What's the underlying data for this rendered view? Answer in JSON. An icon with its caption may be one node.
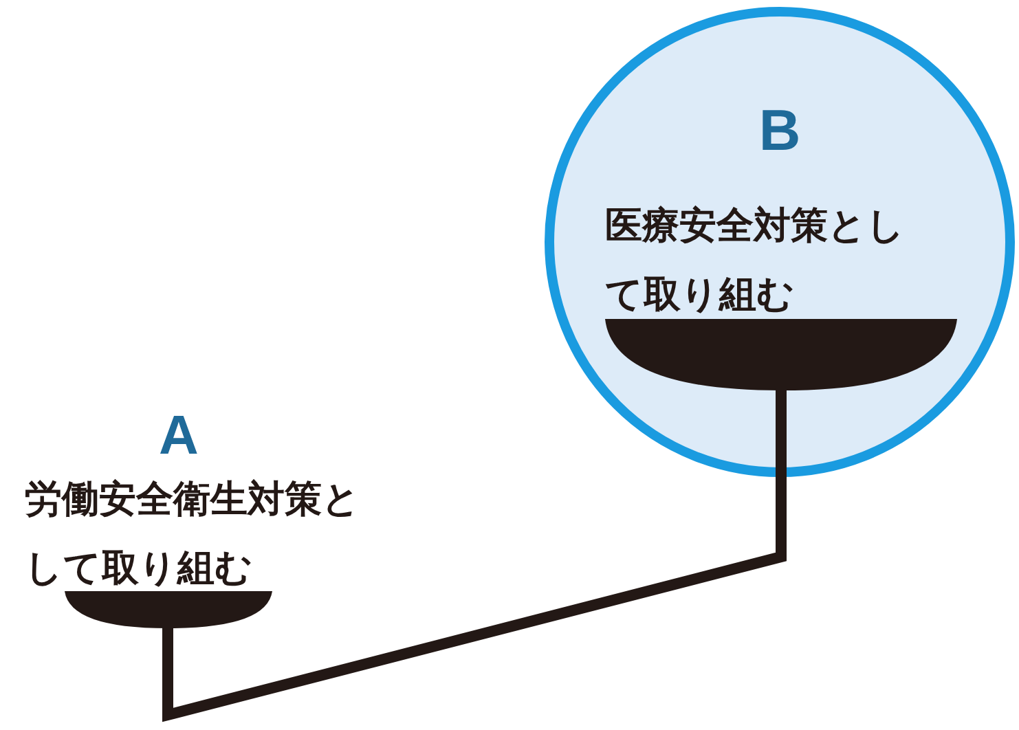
{
  "diagram": {
    "nodes": [
      {
        "text": [
          "A",
          "労働安全衛生対策として取り組む"
        ]
      },
      {
        "text": [
          "B",
          "医療安全対策として取り組む"
        ]
      }
    ]
  }
}
